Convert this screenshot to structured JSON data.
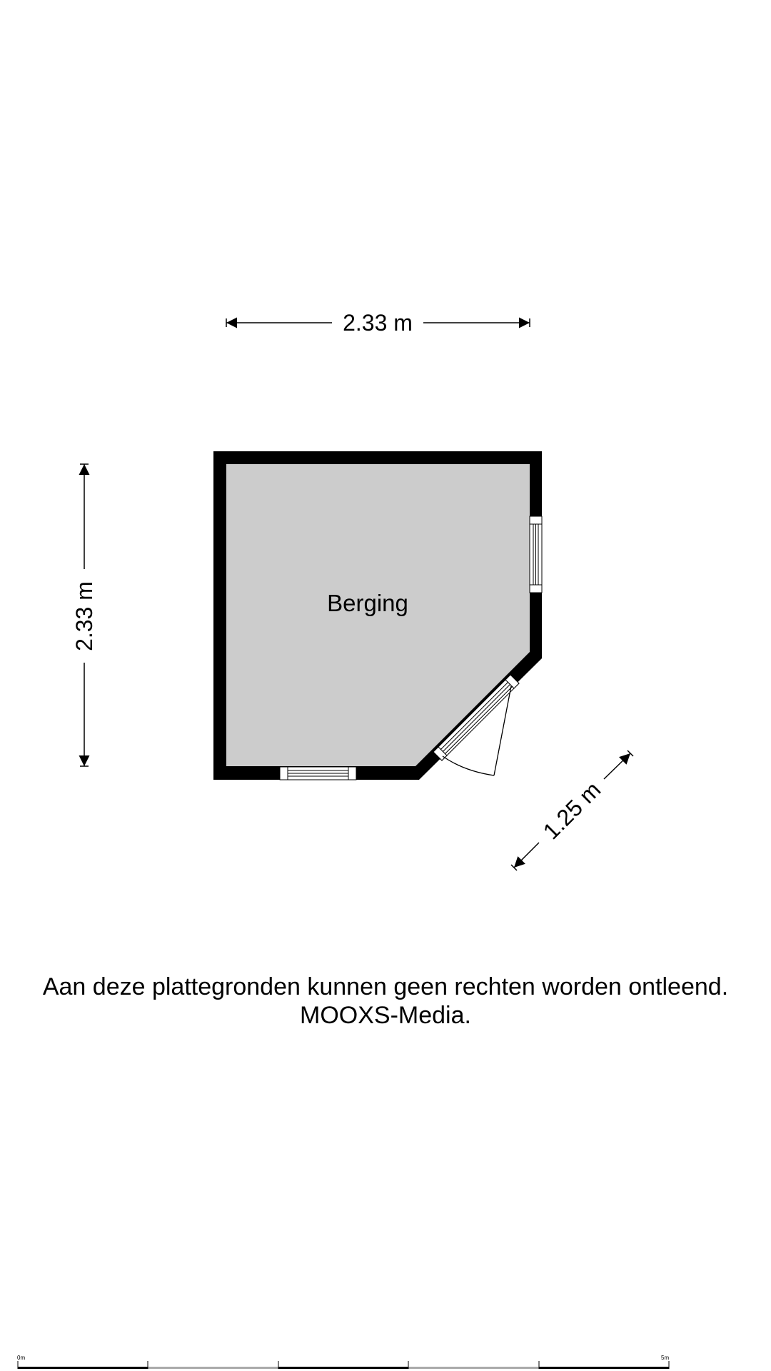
{
  "floorplan": {
    "room": {
      "label": "Berging",
      "fill": "#cccccc",
      "wall": "#000000"
    },
    "dimensions": {
      "width": "2.33 m",
      "height": "2.33 m",
      "diagonal": "1.25 m"
    }
  },
  "disclaimer": {
    "line1": "Aan deze plattegronden kunnen geen rechten worden ontleend.",
    "line2": "MOOXS-Media."
  },
  "scale_bar": {
    "start_label": "0m",
    "end_label": "5m"
  }
}
